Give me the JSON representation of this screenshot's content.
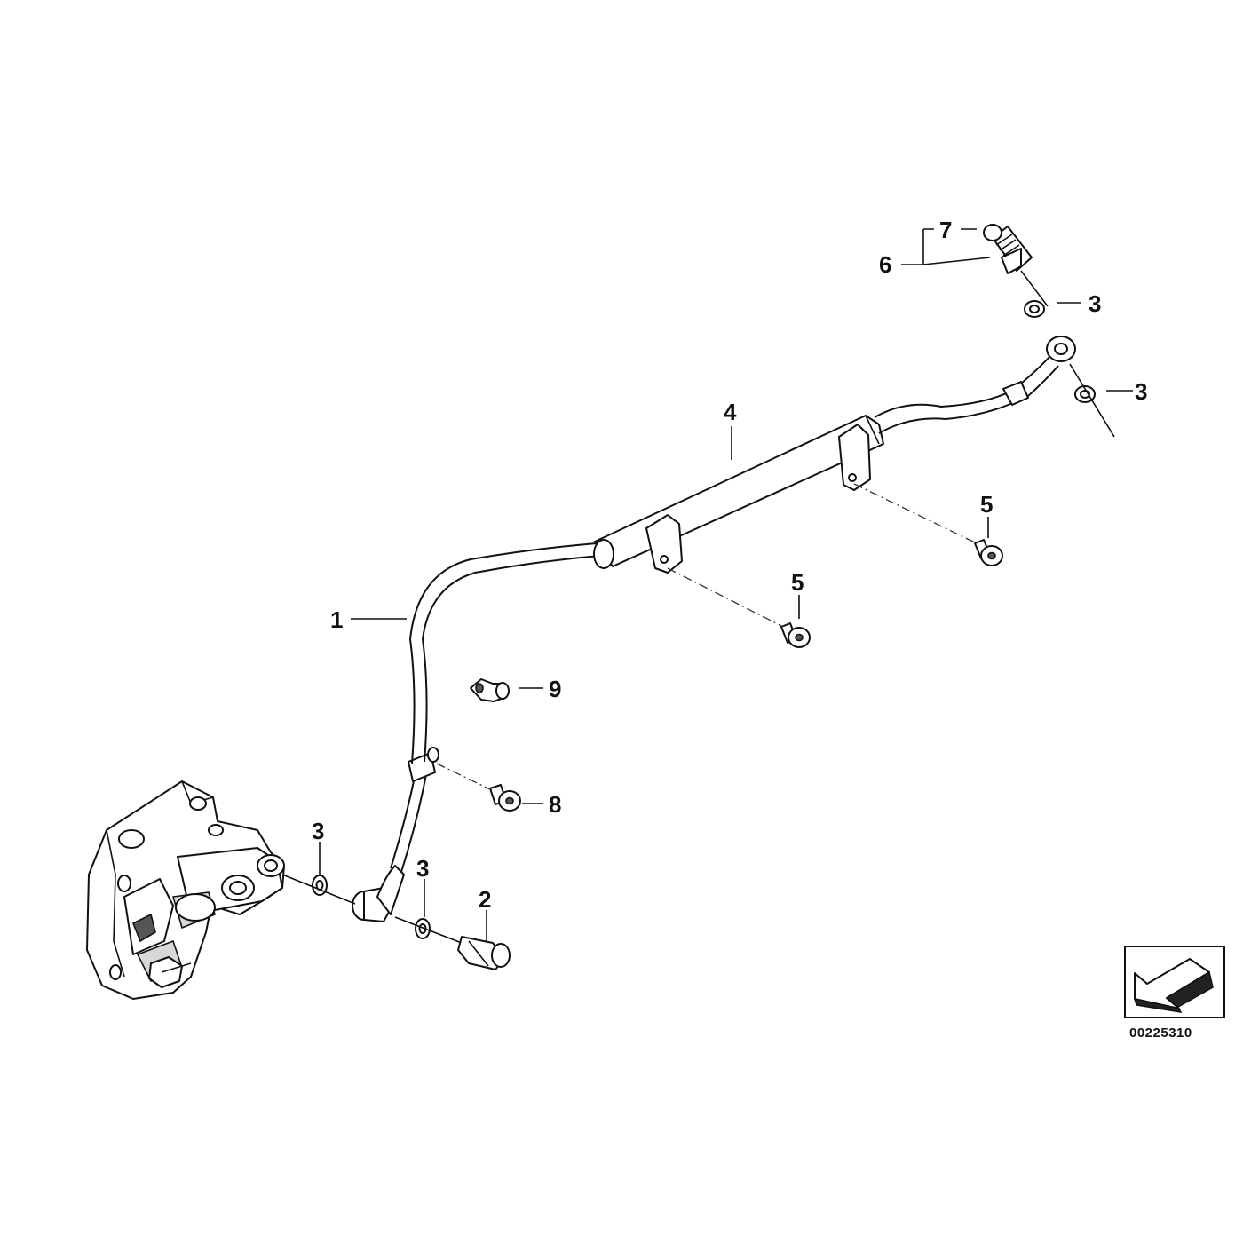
{
  "diagram": {
    "reference_number": "00225310",
    "callouts": {
      "c1": "1",
      "c2": "2",
      "c3a": "3",
      "c3b": "3",
      "c3c": "3",
      "c3d": "3",
      "c4": "4",
      "c5a": "5",
      "c5b": "5",
      "c6": "6",
      "c7": "7",
      "c8": "8",
      "c9": "9"
    }
  }
}
